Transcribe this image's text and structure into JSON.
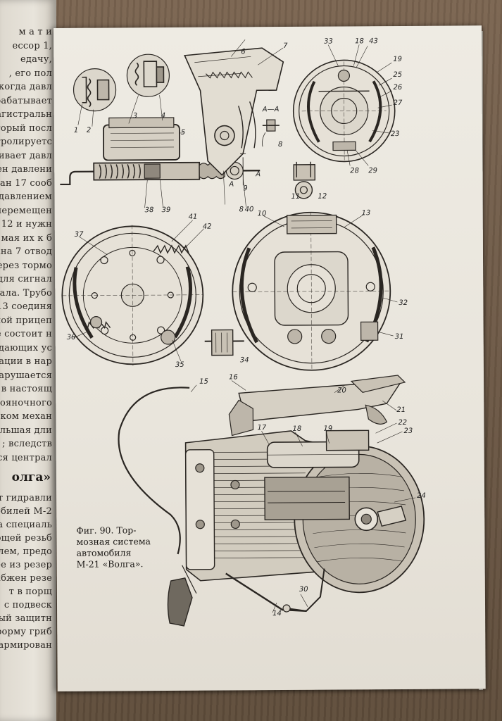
{
  "left_page": {
    "lines": [
      "м а т и",
      "ессор 1,",
      "едачу,",
      ", его пол",
      "когда давл",
      "срабатывает",
      "агистральн",
      "торый посл",
      "тролируетс",
      "ивает давл",
      "ен давлени",
      "ран 17 сооб",
      "д давлением",
      "перемещен",
      "т 12 и нужн",
      "мая их к б",
      "ана 7 отвод",
      "через тормо",
      "для сигнал",
      "нала. Трубо",
      "13 соединя",
      "мой прицеп",
      "е состоит н",
      "едающих ус",
      "атации в нар",
      "нарушается",
      "в настоящ",
      "стояночного",
      "тком механ",
      "ольшая дли",
      "; вследств",
      "тся централ"
    ],
    "heading": "олга»",
    "lines_bottom": [
      "т гидравли",
      "омобилей М-2",
      "ода специаль",
      "ющей резьб",
      "ателем, предо",
      "ее из резер",
      "снабжен резе",
      "т в порщ",
      "с подвеск",
      "вый защитн",
      "форму гриб",
      "армирован"
    ]
  },
  "figure": {
    "labels_top": [
      "1",
      "2",
      "3",
      "4",
      "5",
      "6",
      "7",
      "8",
      "9",
      "38",
      "39",
      "40",
      "А",
      "А"
    ],
    "section_label": "А—А",
    "section_part": "8",
    "labels_drum_top_right": [
      "33",
      "18",
      "43",
      "19",
      "25",
      "26",
      "27",
      "23",
      "28",
      "29"
    ],
    "labels_small_part": [
      "11",
      "12"
    ],
    "labels_drum_left": [
      "37",
      "41",
      "42",
      "36",
      "35",
      "34"
    ],
    "labels_drum_right": [
      "10",
      "13",
      "32",
      "31"
    ],
    "labels_bottom": [
      "15",
      "16",
      "20",
      "21",
      "17",
      "18",
      "19",
      "22",
      "23",
      "24",
      "14",
      "30"
    ]
  },
  "caption": {
    "line1": "Фиг. 90. Тор-",
    "line2": "мозная система",
    "line3": "автомобиля",
    "line4": "М-21 «Волга»."
  },
  "colors": {
    "paper": "#eeebe3",
    "ink": "#1d1a17",
    "table": "#6e5a45"
  }
}
